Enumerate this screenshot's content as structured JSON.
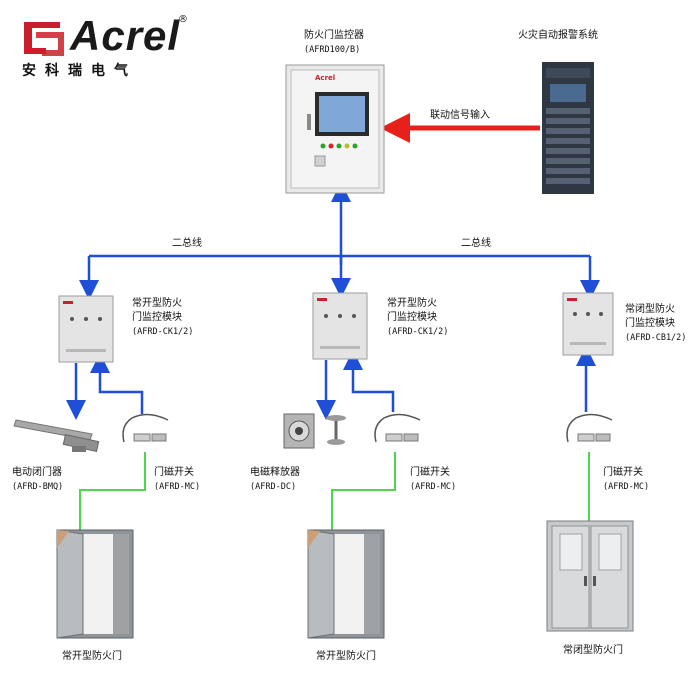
{
  "logo": {
    "brand": "Acrel",
    "registered": "®",
    "chinese": "安科瑞电气"
  },
  "controller": {
    "name": "防火门监控器",
    "model": "(AFRD100/B)"
  },
  "fire_alarm": {
    "name": "火灾自动报警系统"
  },
  "linkage": {
    "label": "联动信号输入"
  },
  "bus": {
    "left": "二总线",
    "right": "二总线"
  },
  "module_left": {
    "line1": "常开型防火",
    "line2": "门监控模块",
    "model": "(AFRD-CK1/2)"
  },
  "module_mid": {
    "line1": "常开型防火",
    "line2": "门监控模块",
    "model": "(AFRD-CK1/2)"
  },
  "module_right": {
    "line1": "常闭型防火",
    "line2": "门监控模块",
    "model": "(AFRD-CB1/2)"
  },
  "closer": {
    "name": "电动闭门器",
    "model": "(AFRD-BMQ)"
  },
  "switch_left": {
    "name": "门磁开关",
    "model": "(AFRD-MC)"
  },
  "release": {
    "name": "电磁释放器",
    "model": "(AFRD-DC)"
  },
  "switch_mid": {
    "name": "门磁开关",
    "model": "(AFRD-MC)"
  },
  "switch_right": {
    "name": "门磁开关",
    "model": "(AFRD-MC)"
  },
  "door_left": {
    "label": "常开型防火门"
  },
  "door_mid": {
    "label": "常开型防火门"
  },
  "door_right": {
    "label": "常闭型防火门"
  },
  "colors": {
    "bus": "#1f4fd6",
    "signal": "#e8201c",
    "wire": "#4fd64f",
    "logo_red": "#c8202a"
  }
}
